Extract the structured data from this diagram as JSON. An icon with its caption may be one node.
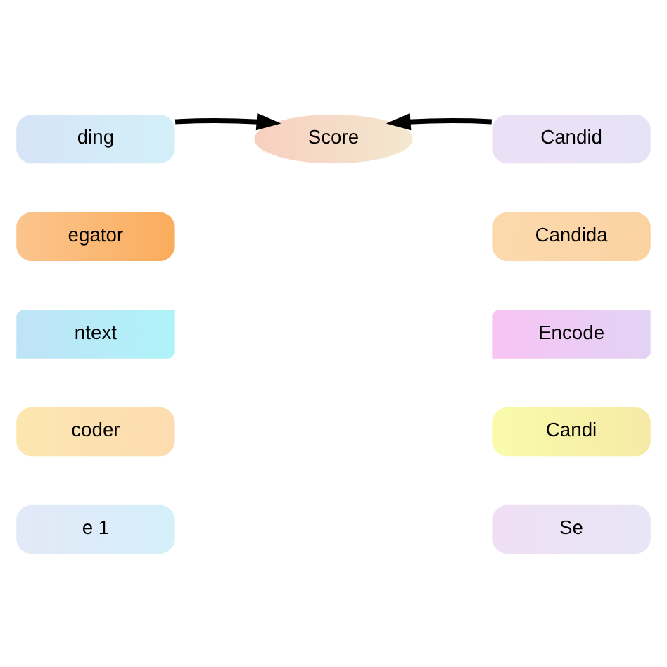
{
  "diagram": {
    "nodes": [
      {
        "text": [
          "ding"
        ]
      },
      {
        "text": [
          "Score"
        ]
      },
      {
        "text": [
          "Candid"
        ]
      },
      {
        "text": [
          "egator"
        ]
      },
      {
        "text": [
          "Candida"
        ]
      },
      {
        "text": [
          "ntext"
        ]
      },
      {
        "text": [
          "Encode"
        ]
      },
      {
        "text": [
          "coder"
        ]
      },
      {
        "text": [
          "Candi"
        ]
      },
      {
        "text": [
          "e 1"
        ]
      },
      {
        "text": [
          "Se"
        ]
      }
    ],
    "edges": [
      {
        "from": 0,
        "to": 1,
        "arrow": "to"
      },
      {
        "from": 2,
        "to": 1,
        "arrow": "to"
      }
    ]
  }
}
